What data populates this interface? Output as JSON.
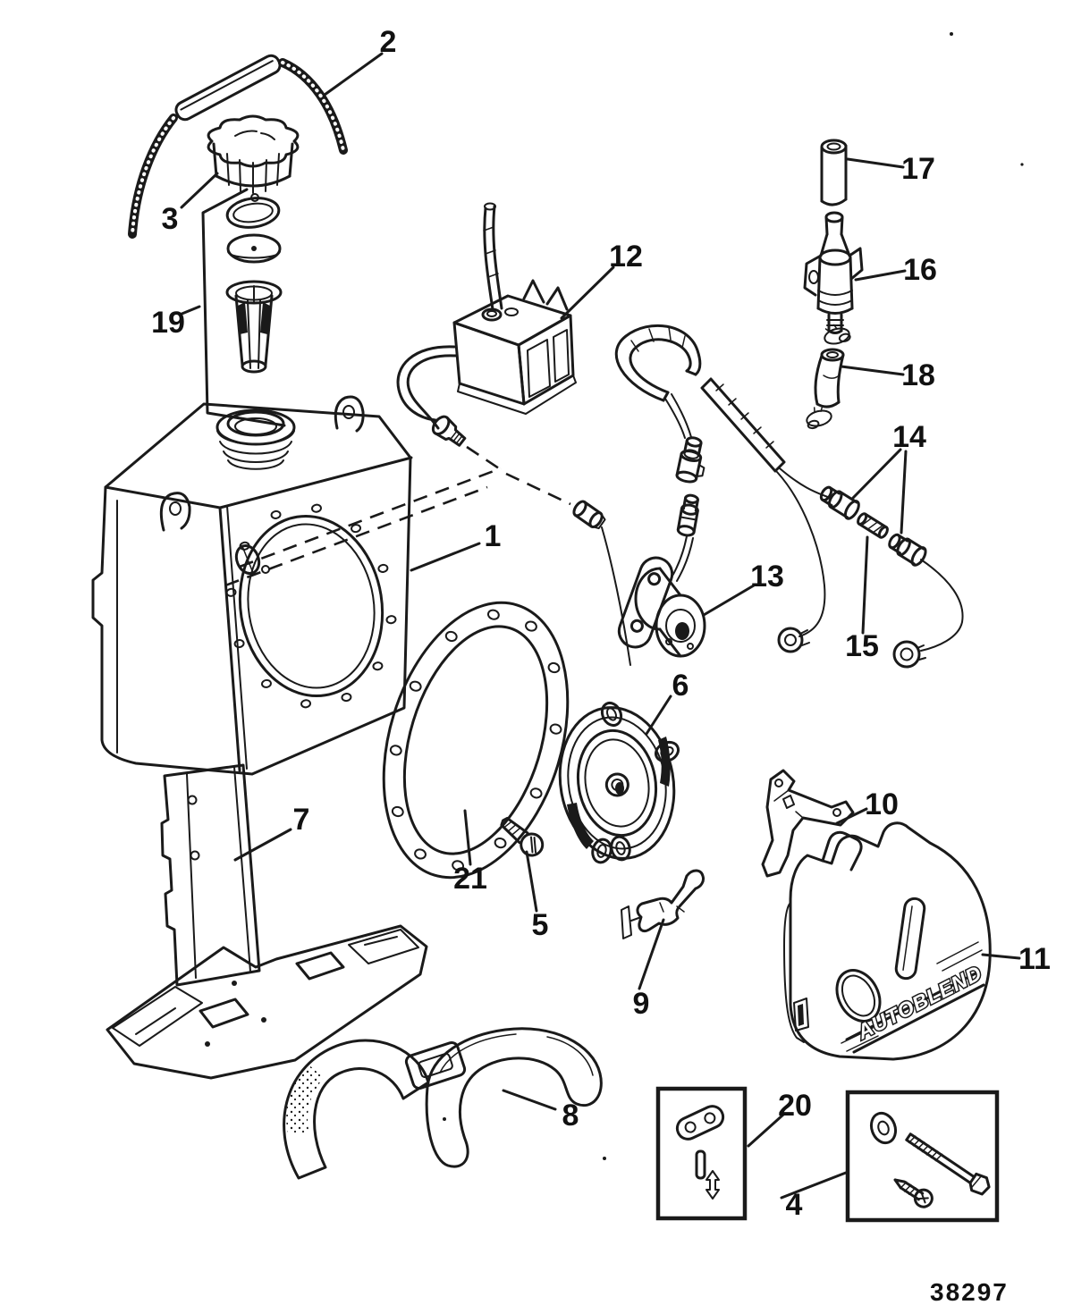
{
  "diagram": {
    "drawing_number": "38297",
    "cover_logo": "AUTOBLEND",
    "callouts": [
      "1",
      "2",
      "3",
      "4",
      "5",
      "6",
      "7",
      "8",
      "9",
      "10",
      "11",
      "12",
      "13",
      "14",
      "15",
      "16",
      "17",
      "18",
      "19",
      "20",
      "21"
    ]
  }
}
